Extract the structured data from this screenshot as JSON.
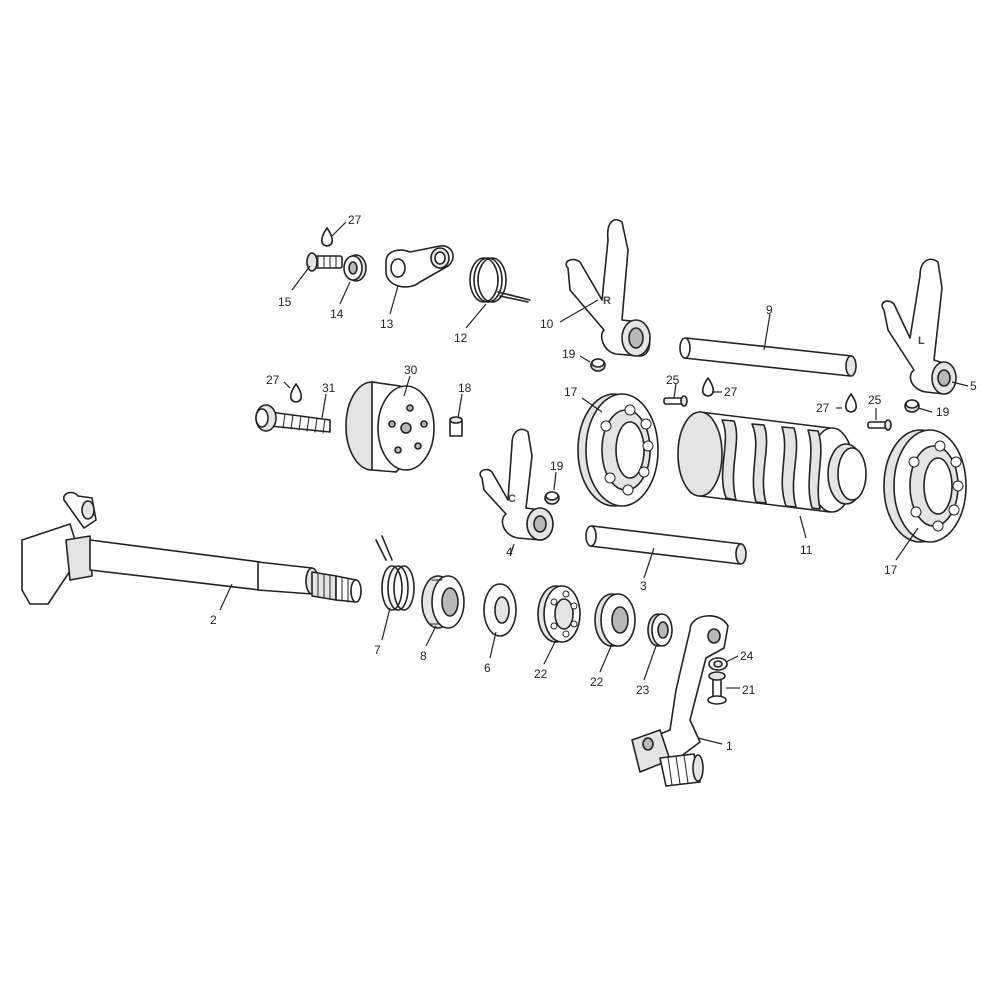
{
  "callouts": {
    "c1": "1",
    "c2": "2",
    "c3": "3",
    "c4": "4",
    "c5": "5",
    "c6": "6",
    "c7": "7",
    "c8": "8",
    "c9": "9",
    "c10": "10",
    "c11": "11",
    "c12": "12",
    "c13": "13",
    "c14": "14",
    "c15": "15",
    "c17a": "17",
    "c17b": "17",
    "c18": "18",
    "c19a": "19",
    "c19b": "19",
    "c19c": "19",
    "c21": "21",
    "c22a": "22",
    "c22b": "22",
    "c23": "23",
    "c24": "24",
    "c25a": "25",
    "c25b": "25",
    "c27a": "27",
    "c27b": "27",
    "c27c": "27",
    "c27d": "27",
    "c30": "30",
    "c31": "31"
  },
  "fork_markings": {
    "right": "R",
    "left": "L",
    "center": "C"
  }
}
